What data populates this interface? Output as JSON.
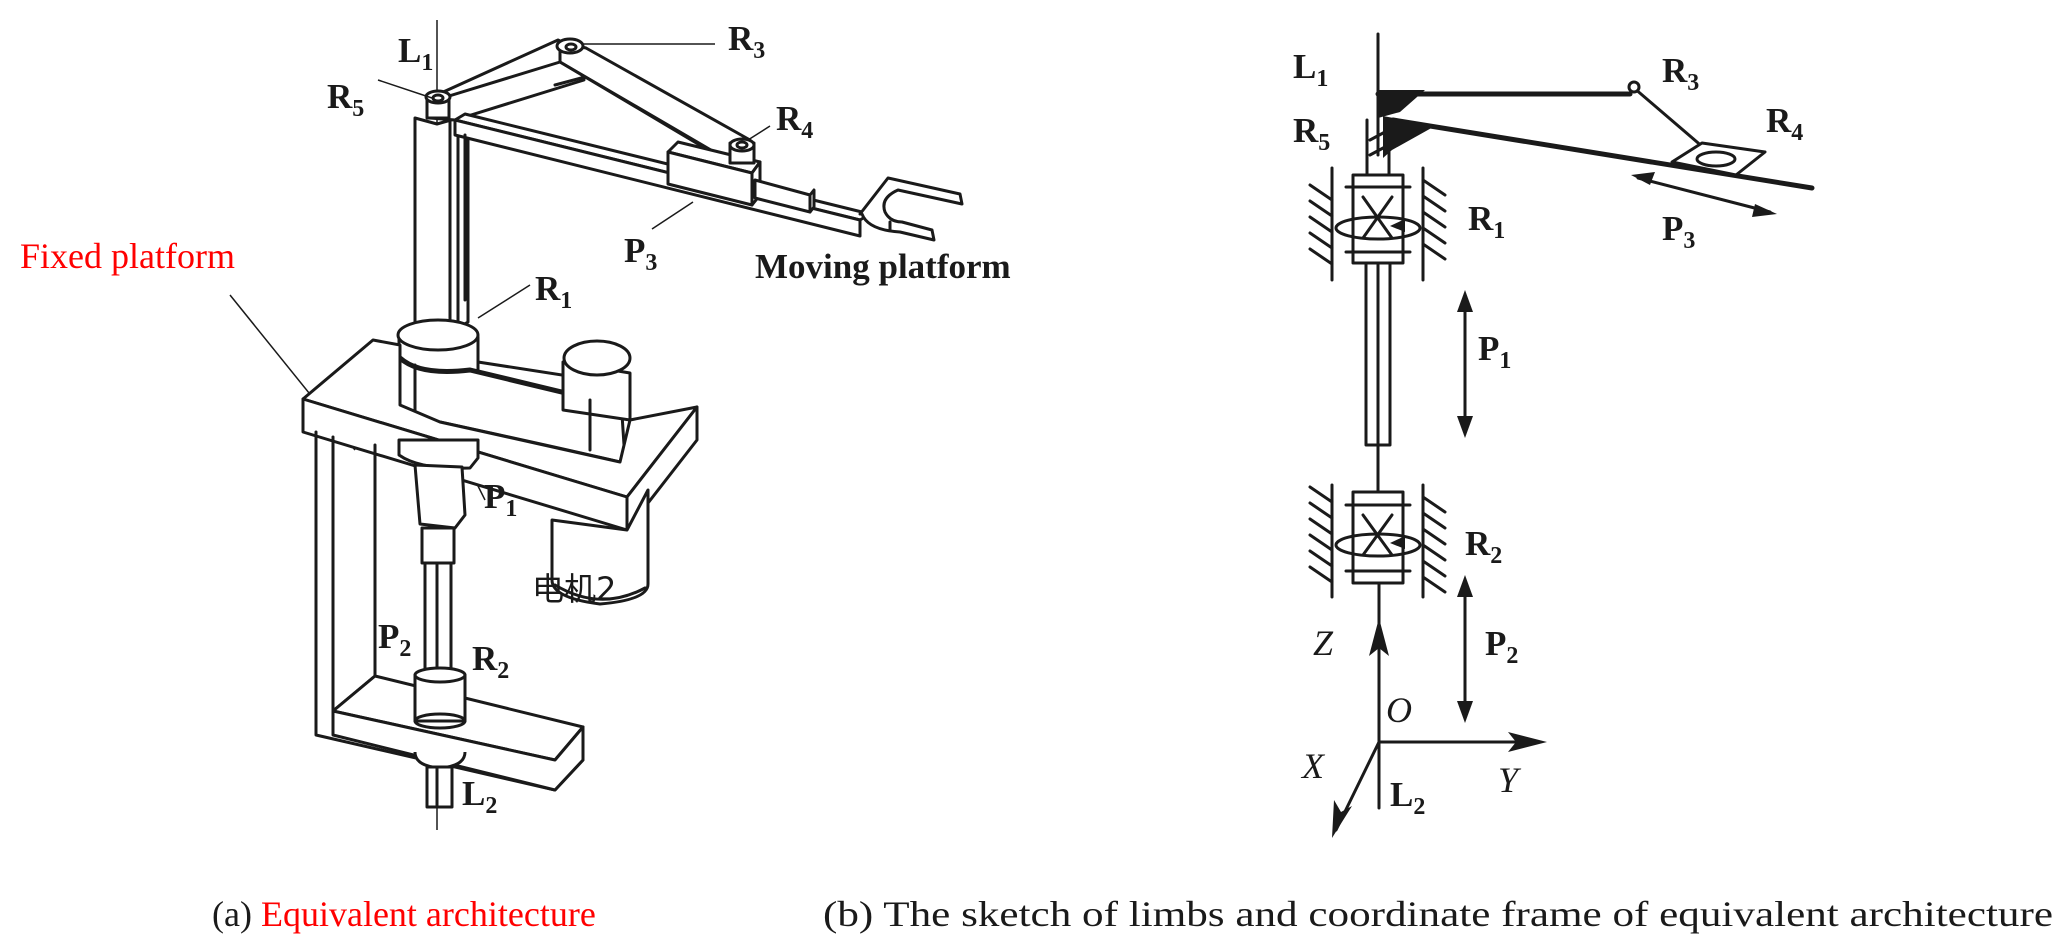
{
  "panel_a": {
    "labels": {
      "L1": {
        "main": "L",
        "sub": "1"
      },
      "R5": {
        "main": "R",
        "sub": "5"
      },
      "R3": {
        "main": "R",
        "sub": "3"
      },
      "R4": {
        "main": "R",
        "sub": "4"
      },
      "P3": {
        "main": "P",
        "sub": "3"
      },
      "R1": {
        "main": "R",
        "sub": "1"
      },
      "P1": {
        "main": "P",
        "sub": "1"
      },
      "P2": {
        "main": "P",
        "sub": "2"
      },
      "R2": {
        "main": "R",
        "sub": "2"
      },
      "L2": {
        "main": "L",
        "sub": "2"
      }
    },
    "moving_platform": "Moving platform",
    "fixed_platform": "Fixed platform",
    "motor_label": "电机2",
    "caption_prefix": "(a) ",
    "caption_title": "Equivalent architecture"
  },
  "panel_b": {
    "labels": {
      "L1": {
        "main": "L",
        "sub": "1"
      },
      "R5": {
        "main": "R",
        "sub": "5"
      },
      "R3": {
        "main": "R",
        "sub": "3"
      },
      "R4": {
        "main": "R",
        "sub": "4"
      },
      "P3": {
        "main": "P",
        "sub": "3"
      },
      "R1": {
        "main": "R",
        "sub": "1"
      },
      "P1": {
        "main": "P",
        "sub": "1"
      },
      "R2": {
        "main": "R",
        "sub": "2"
      },
      "P2": {
        "main": "P",
        "sub": "2"
      },
      "L2": {
        "main": "L",
        "sub": "2"
      }
    },
    "axes": {
      "z": "Z",
      "o": "O",
      "x": "X",
      "y": "Y"
    },
    "caption": "(b) The sketch of limbs and coordinate frame of equivalent  architecture"
  },
  "colors": {
    "highlight": "#ff0000",
    "ink": "#1a1a1a"
  }
}
